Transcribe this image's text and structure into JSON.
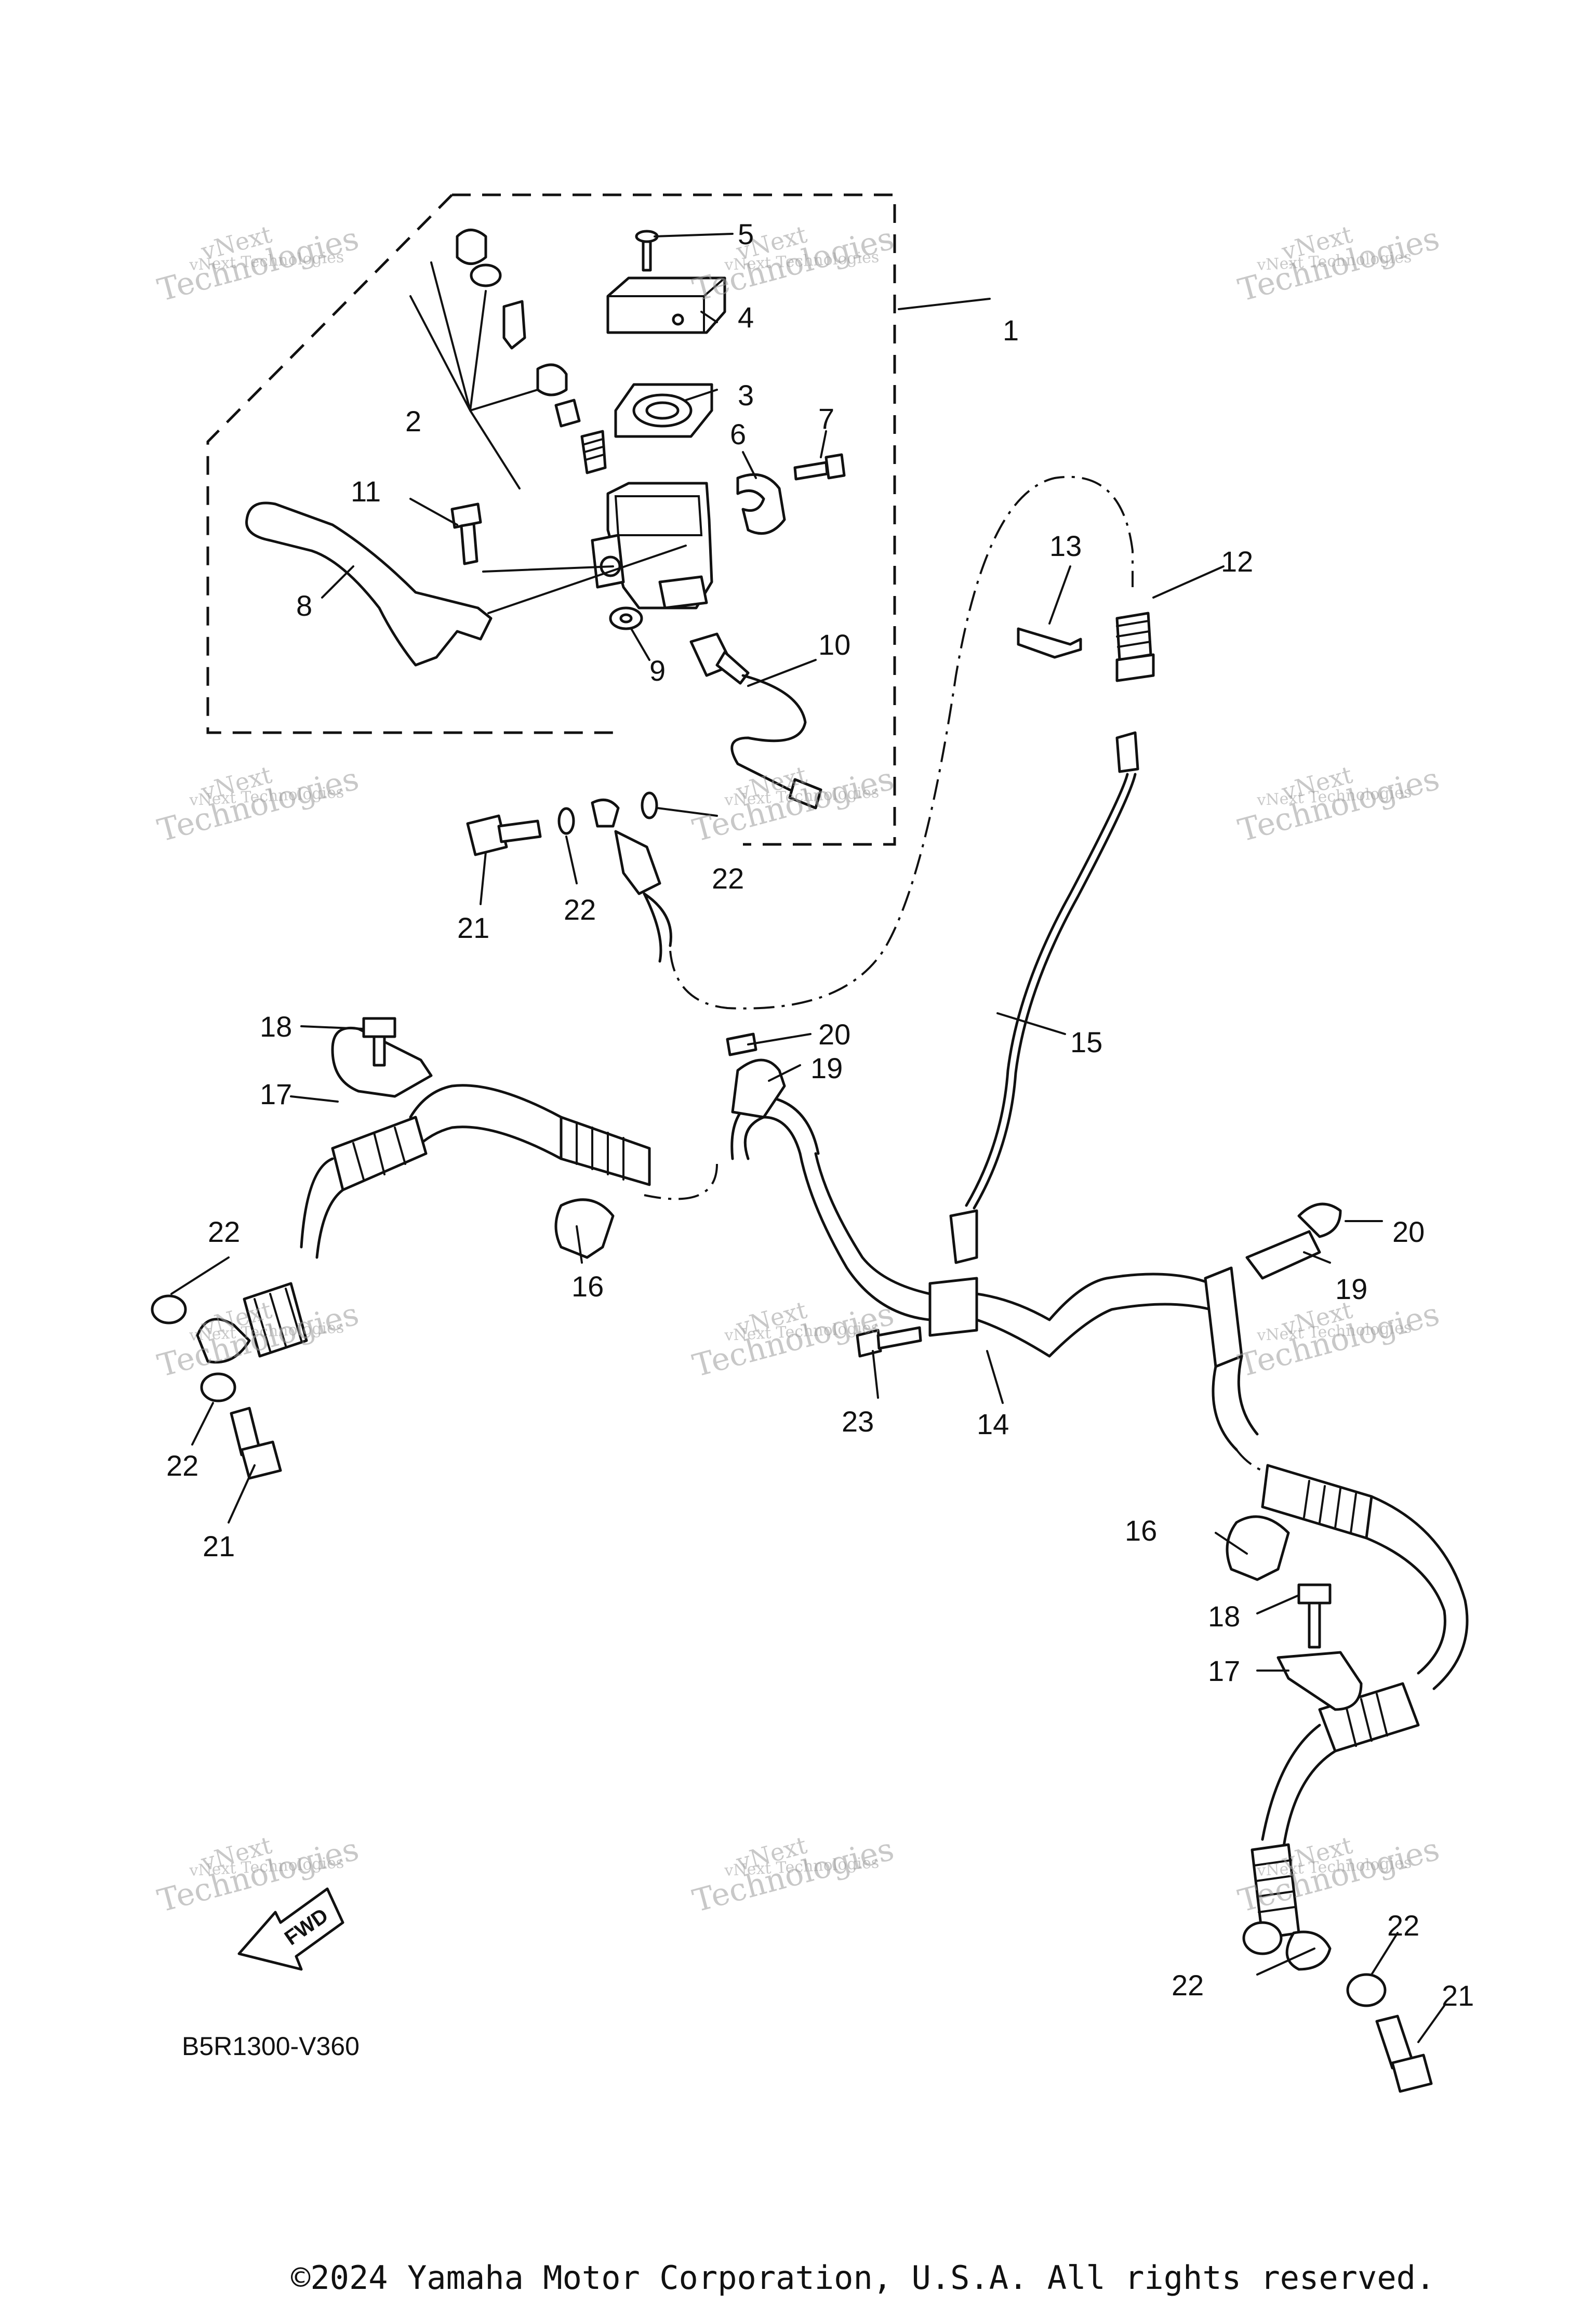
{
  "diagram": {
    "code": "B5R1300-V360",
    "copyright": "©2024 Yamaha Motor Corporation, U.S.A. All rights reserved.",
    "fwd_label": "FWD",
    "watermark": {
      "line1": "vNext",
      "line2": "Technologies",
      "small": "vNext Technologies"
    },
    "callouts": [
      "1",
      "2",
      "3",
      "4",
      "5",
      "6",
      "7",
      "8",
      "9",
      "10",
      "11",
      "12",
      "13",
      "14",
      "15",
      "16",
      "17",
      "18",
      "19",
      "20",
      "21",
      "22",
      "23"
    ]
  }
}
